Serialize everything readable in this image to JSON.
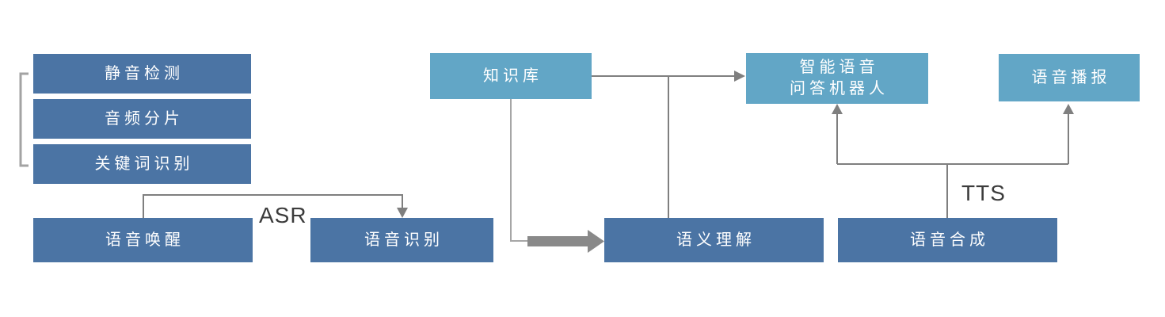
{
  "diagram": {
    "background": "#ffffff",
    "colors": {
      "dark_box": "#4b74a4",
      "light_box": "#62a6c6",
      "box_text": "#ffffff",
      "connector": "#7f7f7f",
      "connector_light": "#a6a6a6",
      "thick_arrow": "#898989",
      "edge_label_text": "#3c3c3c"
    },
    "front_group": {
      "bracket": "left-square-bracket",
      "items": [
        {
          "id": "silence-detection",
          "label": "静音检测"
        },
        {
          "id": "audio-segmentation",
          "label": "音频分片"
        },
        {
          "id": "keyword-recognition",
          "label": "关键词识别"
        }
      ]
    },
    "nodes": {
      "voice_wakeup": {
        "label": "语音唤醒",
        "style": "dark"
      },
      "speech_recognition": {
        "label": "语音识别",
        "style": "dark"
      },
      "knowledge_base": {
        "label": "知识库",
        "style": "light"
      },
      "qa_robot": {
        "label_line1": "智能语音",
        "label_line2": "问答机器人",
        "style": "light"
      },
      "voice_broadcast": {
        "label": "语音播报",
        "style": "light"
      },
      "semantic_understanding": {
        "label": "语义理解",
        "style": "dark"
      },
      "speech_synthesis": {
        "label": "语音合成",
        "style": "dark"
      }
    },
    "edge_labels": {
      "asr": "ASR",
      "tts": "TTS"
    },
    "edges": [
      {
        "from": "voice_wakeup",
        "to": "speech_recognition",
        "label": "ASR",
        "style": "thin-elbow-arrow"
      },
      {
        "from": "knowledge_base",
        "to": "qa_robot",
        "label": "",
        "style": "thin-arrow"
      },
      {
        "from": "knowledge_base",
        "to": "semantic_understanding",
        "label": "",
        "style": "thin-elbow-plus-thick-block-arrow"
      },
      {
        "from": "semantic_understanding",
        "to": "qa_robot_edge_line",
        "label": "",
        "style": "thin-line"
      },
      {
        "from": "speech_synthesis",
        "to": "qa_robot",
        "label": "TTS",
        "style": "thin-tree-arrow"
      },
      {
        "from": "speech_synthesis",
        "to": "voice_broadcast",
        "label": "TTS",
        "style": "thin-tree-arrow"
      }
    ]
  }
}
